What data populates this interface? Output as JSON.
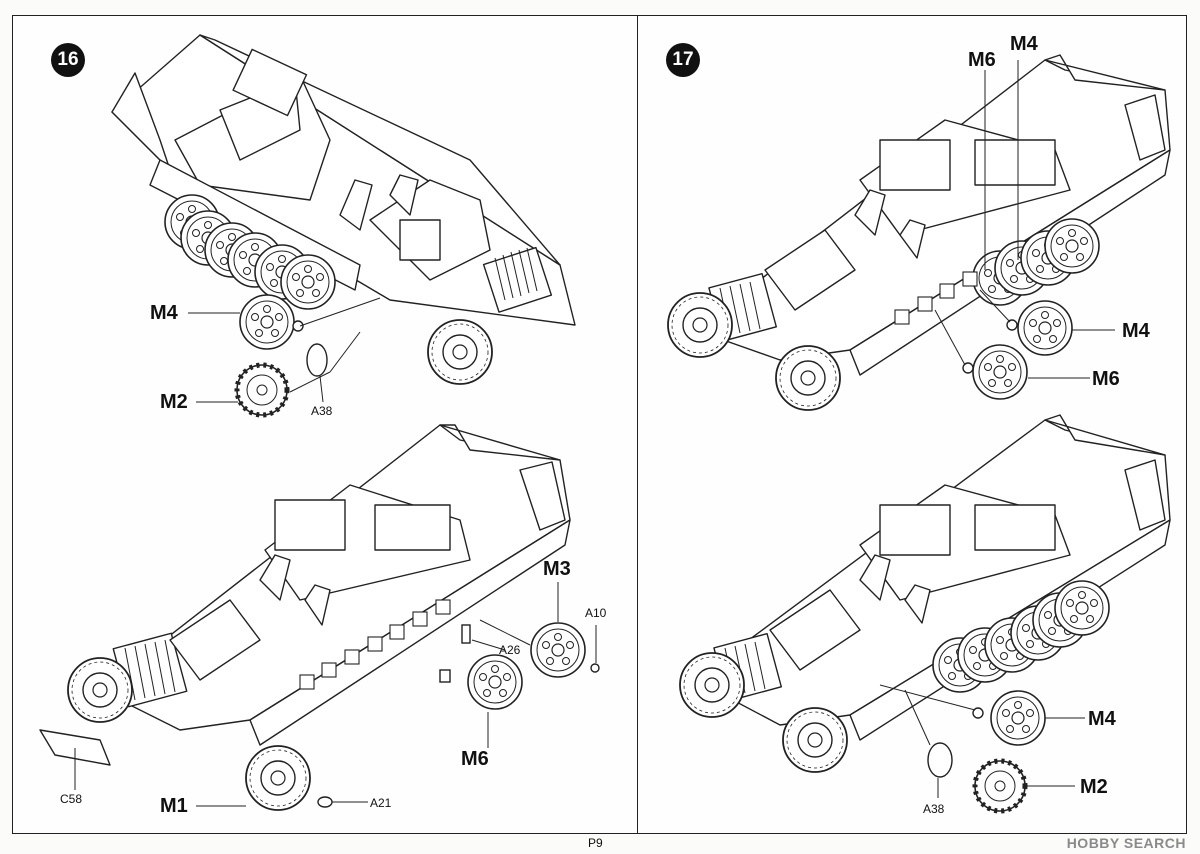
{
  "page": {
    "number": "P9",
    "watermark": "HOBBY SEARCH"
  },
  "steps": [
    {
      "number": "16"
    },
    {
      "number": "17"
    }
  ],
  "labels": {
    "s16_top_M4": "M4",
    "s16_top_M2": "M2",
    "s16_top_A38": "A38",
    "s16_bot_M3": "M3",
    "s16_bot_A10": "A10",
    "s16_bot_A26": "A26",
    "s16_bot_M6": "M6",
    "s16_bot_C58": "C58",
    "s16_bot_M1": "M1",
    "s16_bot_A21": "A21",
    "s17_top_M4a": "M4",
    "s17_top_M6a": "M6",
    "s17_top_M4b": "M4",
    "s17_top_M6b": "M6",
    "s17_bot_M4": "M4",
    "s17_bot_M2": "M2",
    "s17_bot_A38": "A38"
  }
}
